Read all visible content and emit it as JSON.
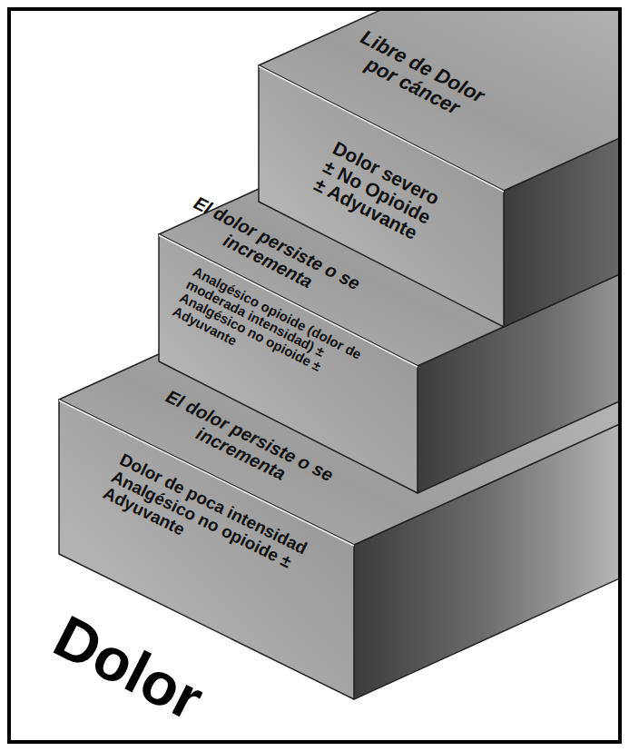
{
  "diagram": {
    "nodes": [
      {
        "text": [
          "Libre de Dolor por cáncer",
          "Dolor severo ± No Opioide ± Adyuvante"
        ]
      },
      {
        "text": [
          "El dolor persiste o se incrementa",
          "Analgésico opioide (dolor de moderada intensidad) ± Analgésico no opioide ± Adyuvante"
        ]
      },
      {
        "text": [
          "El dolor persiste o se incrementa",
          "Dolor de poca intensidad Analgésico no opioide ± Adyuvante"
        ]
      }
    ],
    "labels": [
      "Dolor"
    ]
  }
}
